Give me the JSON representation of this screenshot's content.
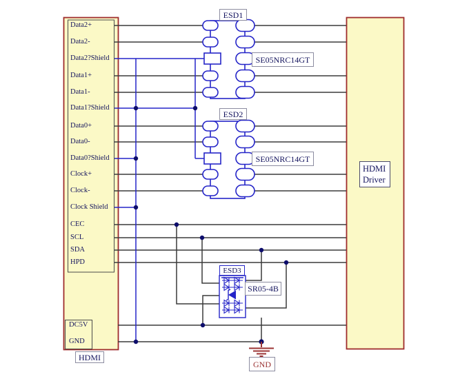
{
  "schematic": {
    "connector": {
      "name_label": "HDMI",
      "pins": [
        "Data2+",
        "Data2-",
        "Data2?Shield",
        "Data1+",
        "Data1-",
        "Data1?Shield",
        "Data0+",
        "Data0-",
        "Data0?Shield",
        "Clock+",
        "Clock-",
        "Clock Shield",
        "CEC",
        "SCL",
        "SDA",
        "HPD"
      ],
      "power_pins": [
        "DC5V",
        "GND"
      ]
    },
    "driver": {
      "label_line1": "HDMI",
      "label_line2": "Driver"
    },
    "esd1": {
      "ref": "ESD1",
      "part": "SE05NRC14GT"
    },
    "esd2": {
      "ref": "ESD2",
      "part": "SE05NRC14GT"
    },
    "esd3": {
      "ref": "ESD3",
      "part": "SR05-4B"
    },
    "ground_label": "GND",
    "colors": {
      "block_fill": "#FBF9C6",
      "block_border": "#9E2B2B",
      "wire_black": "#3A3A3A",
      "net_blue": "#2424C8",
      "junction_navy": "#0D0D6B",
      "text_navy": "#14145E",
      "ground_red": "#9B3333",
      "label_box_border": "#8C8CA0"
    }
  }
}
